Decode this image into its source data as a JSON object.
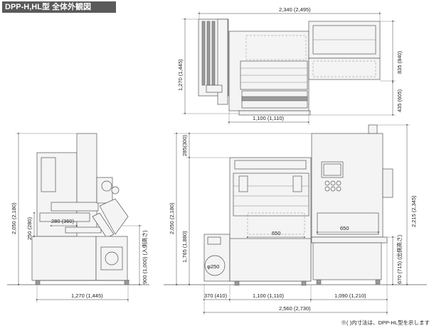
{
  "title": "DPP-H,HL型 全体外観図",
  "note": "※(  )内寸法は、DPP-HL型を示します",
  "dims": {
    "top_width": "2,340 (2,495)",
    "top_height": "1,270 (1,445)",
    "top_right_upper": "835 (840)",
    "top_right_lower": "435 (605)",
    "top_bottom": "1,100 (1,110)",
    "side_height": "2,050 (2,180)",
    "side_250": "250 (280)",
    "side_280": "280 (360)",
    "side_900": "900 (1,000) (入側高さ)",
    "side_width": "1,270 (1,445)",
    "front_285": "285(300)",
    "front_2050": "2,050 (2,180)",
    "front_1765": "1,765 (1,880)",
    "front_650a": "650",
    "front_650b": "650",
    "front_phi": "φ250",
    "front_2215": "2,215 (2,345)",
    "front_670": "670 (715) (出側高さ)",
    "front_370": "370 (410)",
    "front_1100": "1,100 (1,110)",
    "front_1090": "1,090 (1,210)",
    "front_total": "2,560 (2,730)"
  }
}
